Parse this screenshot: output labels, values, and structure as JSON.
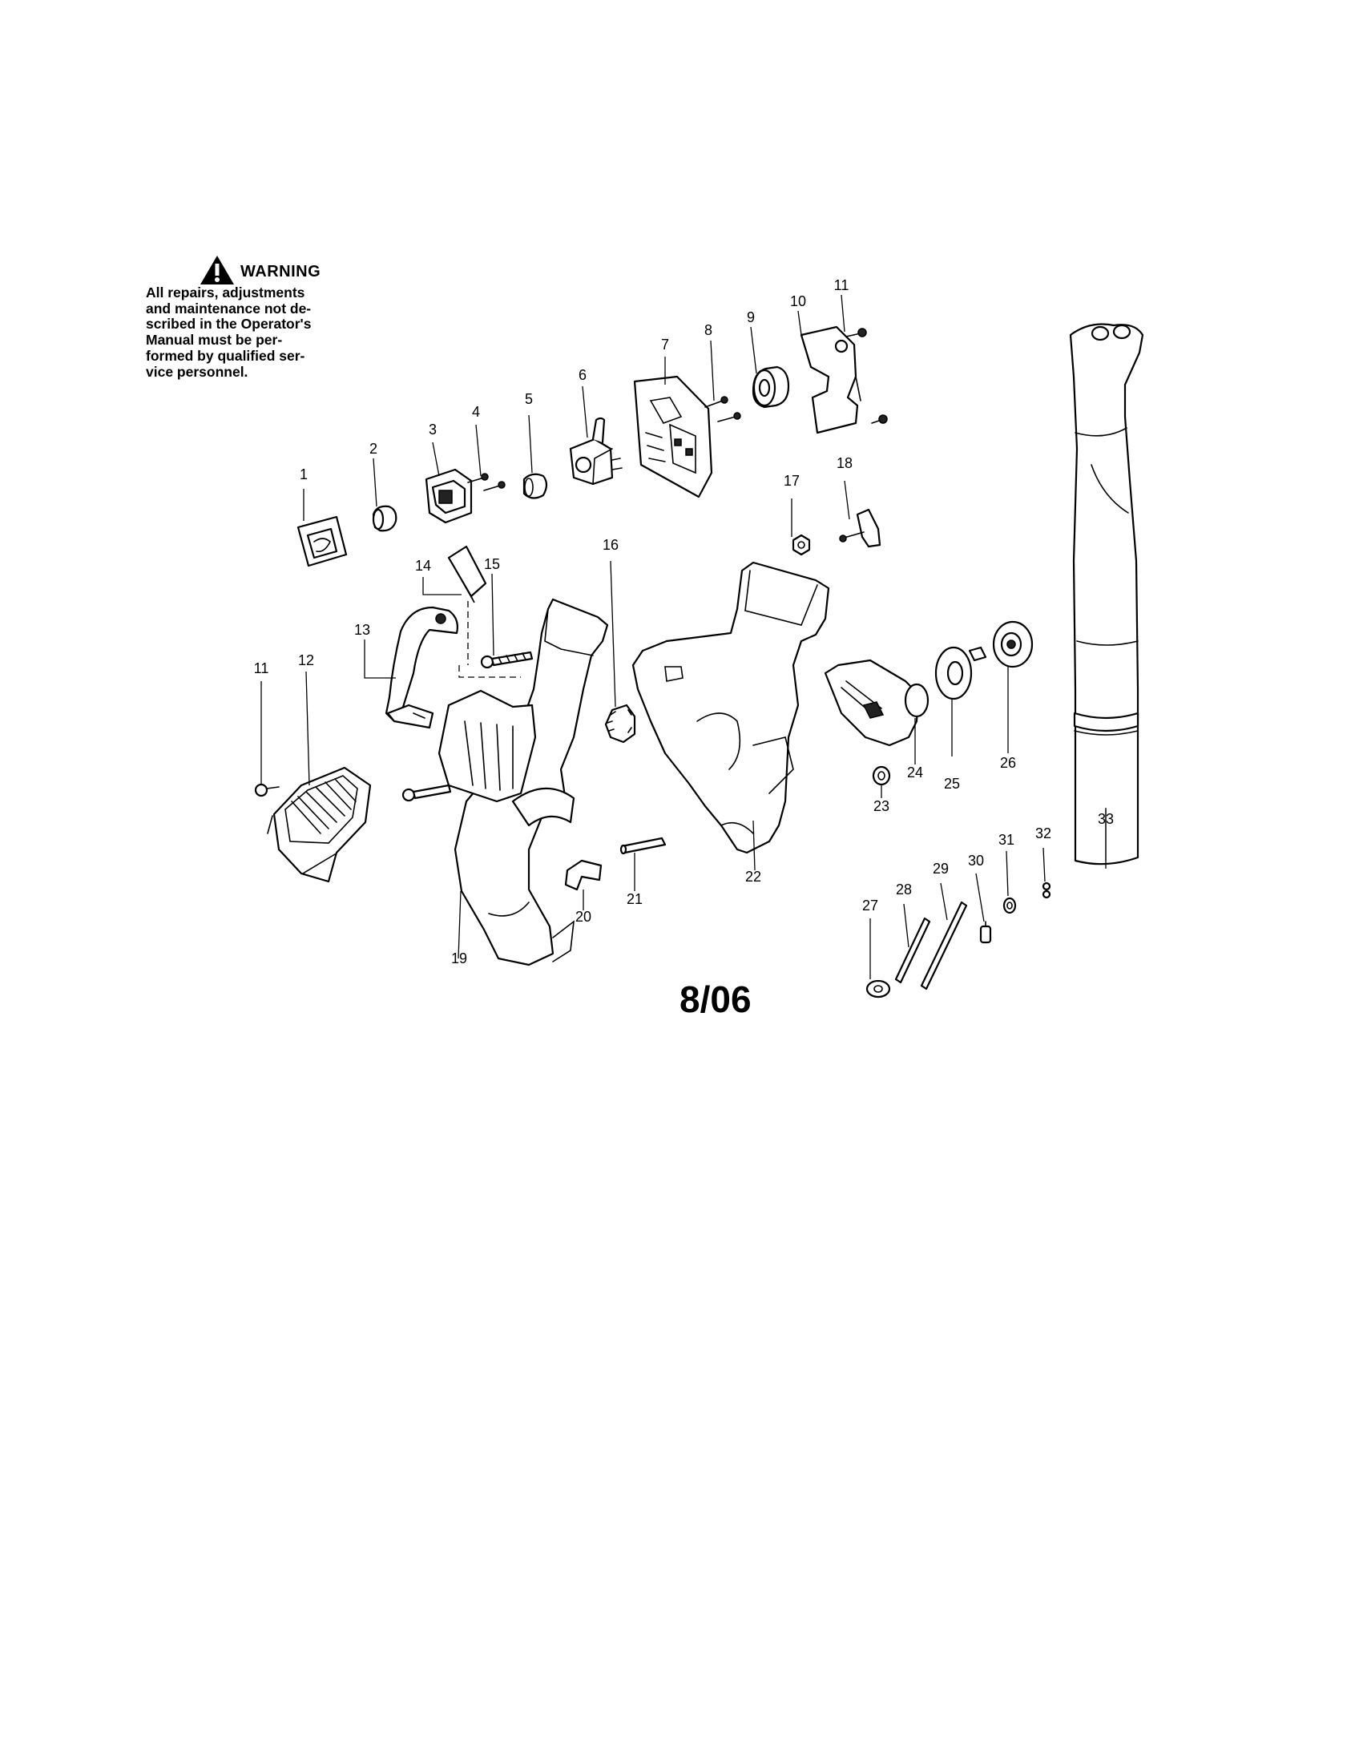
{
  "warning": {
    "heading": "WARNING",
    "lines": [
      "All repairs, adjustments",
      "and maintenance not de-",
      "scribed in the Operator's",
      "Manual must be per-",
      "formed by qualified ser-",
      "vice personnel."
    ]
  },
  "date_code": "8/06",
  "part_numbers": [
    "1",
    "2",
    "3",
    "4",
    "5",
    "6",
    "7",
    "8",
    "9",
    "10",
    "11",
    "11",
    "12",
    "13",
    "14",
    "15",
    "16",
    "17",
    "18",
    "19",
    "20",
    "21",
    "22",
    "23",
    "24",
    "25",
    "26",
    "27",
    "28",
    "29",
    "30",
    "31",
    "32",
    "33"
  ]
}
